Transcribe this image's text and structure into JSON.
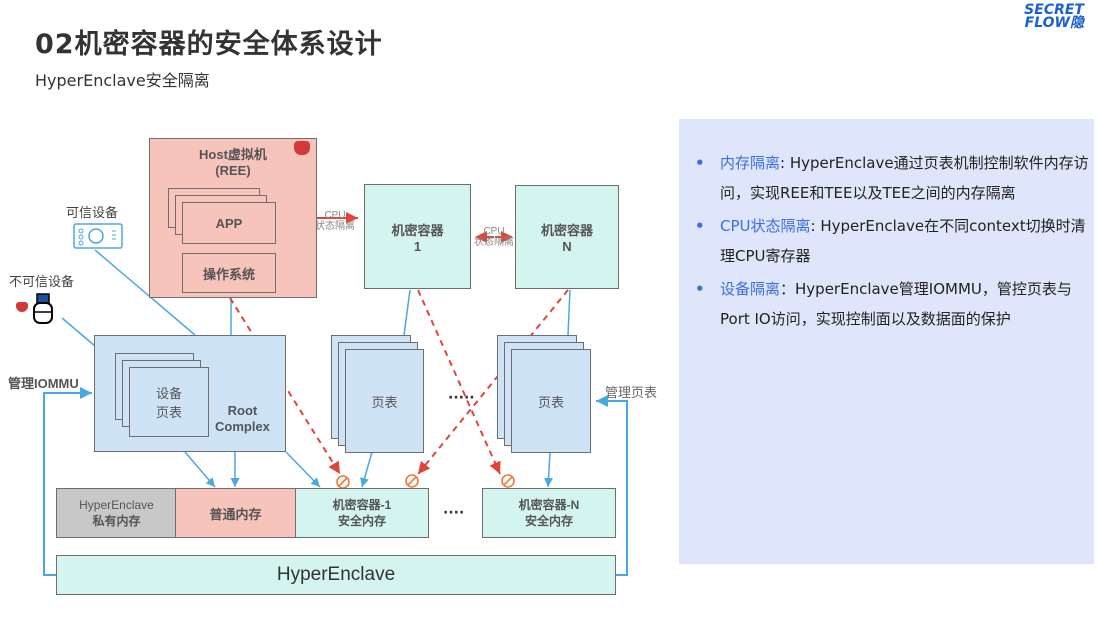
{
  "header": {
    "title": "02机密容器的安全体系设计",
    "subtitle": "HyperEnclave安全隔离",
    "logo_line1": "SECRET",
    "logo_line2": "FLOW隐"
  },
  "diagram": {
    "host_vm": {
      "title_line1": "Host虚拟机",
      "title_line2": "(REE)",
      "app": "APP",
      "os": "操作系统"
    },
    "container_1": {
      "line1": "机密容器",
      "line2": "1"
    },
    "container_n": {
      "line1": "机密容器",
      "line2": "N"
    },
    "cpu_isolation_1": {
      "line1": "CPU",
      "line2": "状态隔离"
    },
    "cpu_isolation_2": {
      "line1": "CPU",
      "line2": "状态隔离"
    },
    "trusted_device": "可信设备",
    "untrusted_device": "不可信设备",
    "manage_iommu": "管理IOMMU",
    "manage_page_table": "管理页表",
    "root_complex": {
      "inner_line1": "设备",
      "inner_line2": "页表",
      "line1": "Root",
      "line2": "Complex"
    },
    "page_table_1": "页表",
    "page_table_n": "页表",
    "ellipsis_mid": "·····",
    "ellipsis_mem": "····",
    "memory": {
      "private": {
        "line1": "HyperEnclave",
        "line2": "私有内存"
      },
      "normal": "普通内存",
      "secure_1": {
        "line1": "机密容器-1",
        "line2": "安全内存"
      },
      "secure_n": {
        "line1": "机密容器-N",
        "line2": "安全内存"
      }
    },
    "hyperenclave": "HyperEnclave",
    "colors": {
      "arrow_blue": "#4aa8e0",
      "dashed_red": "#e0453a",
      "forbid_orange": "#f0783a"
    }
  },
  "panel": {
    "bullets": [
      {
        "keyword": "内存隔离",
        "text": ": HyperEnclave通过页表机制控制软件内存访问，实现REE和TEE以及TEE之间的内存隔离"
      },
      {
        "keyword": "CPU状态隔离",
        "text": ": HyperEnclave在不同context切换时清理CPU寄存器"
      },
      {
        "keyword": "设备隔离",
        "text": "：HyperEnclave管理IOMMU，管控页表与Port IO访问，实现控制面以及数据面的保护"
      }
    ]
  }
}
